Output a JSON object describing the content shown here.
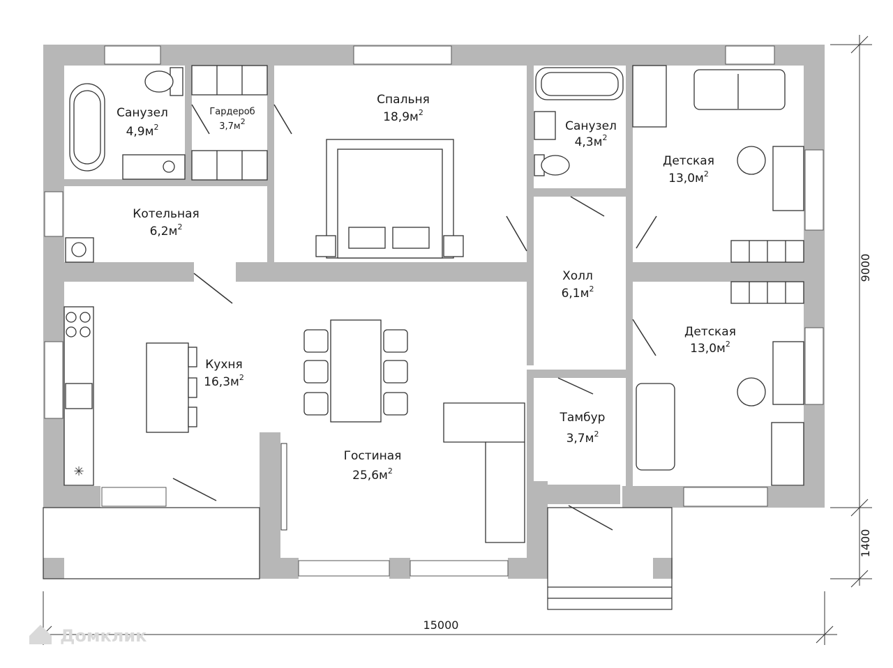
{
  "rooms": [
    {
      "id": "bath1",
      "name": "Санузел",
      "area": "4,9м",
      "sup": "2"
    },
    {
      "id": "wardrobe",
      "name": "Гардероб",
      "area": "3,7м",
      "sup": "2"
    },
    {
      "id": "bedroom",
      "name": "Спальня",
      "area": "18,9м",
      "sup": "2"
    },
    {
      "id": "bath2",
      "name": "Санузел",
      "area": "4,3м",
      "sup": "2"
    },
    {
      "id": "kids1",
      "name": "Детская",
      "area": "13,0м",
      "sup": "2"
    },
    {
      "id": "boiler",
      "name": "Котельная",
      "area": "6,2м",
      "sup": "2"
    },
    {
      "id": "hall",
      "name": "Холл",
      "area": "6,1м",
      "sup": "2"
    },
    {
      "id": "kitchen",
      "name": "Кухня",
      "area": "16,3м",
      "sup": "2"
    },
    {
      "id": "kids2",
      "name": "Детская",
      "area": "13,0м",
      "sup": "2"
    },
    {
      "id": "vestibule",
      "name": "Тамбур",
      "area": "3,7м",
      "sup": "2"
    },
    {
      "id": "living",
      "name": "Гостиная",
      "area": "25,6м",
      "sup": "2"
    }
  ],
  "dimensions": {
    "height": "9000",
    "porch": "1400",
    "width": "15000"
  },
  "watermark": "Домклик"
}
